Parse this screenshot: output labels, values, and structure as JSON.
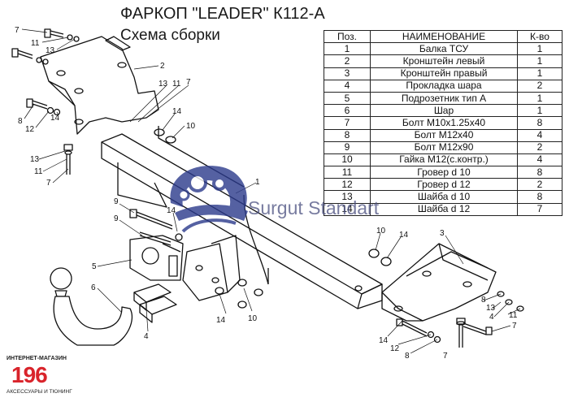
{
  "header": {
    "title": "ФАРКОП \"LEADER\" К112-А",
    "subtitle": "Схема сборки"
  },
  "parts_table": {
    "headers": [
      "Поз.",
      "НАИМЕНОВАНИЕ",
      "К-во"
    ],
    "rows": [
      [
        "1",
        "Балка ТСУ",
        "1"
      ],
      [
        "2",
        "Кронштейн левый",
        "1"
      ],
      [
        "3",
        "Кронштейн правый",
        "1"
      ],
      [
        "4",
        "Прокладка шара",
        "2"
      ],
      [
        "5",
        "Подрозетник тип А",
        "1"
      ],
      [
        "6",
        "Шар",
        "1"
      ],
      [
        "7",
        "Болт М10х1.25х40",
        "8"
      ],
      [
        "8",
        "Болт М12х40",
        "4"
      ],
      [
        "9",
        "Болт М12х90",
        "2"
      ],
      [
        "10",
        "Гайка М12(с.контр.)",
        "4"
      ],
      [
        "11",
        "Гровер d 10",
        "8"
      ],
      [
        "12",
        "Гровер d 12",
        "2"
      ],
      [
        "13",
        "Шайба d 10",
        "8"
      ],
      [
        "14",
        "Шайба d 12",
        "7"
      ]
    ]
  },
  "watermark": {
    "text": "Surgut Standart"
  },
  "shop_logo": {
    "top": "ИНТЕРНЕТ-МАГАЗИН",
    "number": "196",
    "bottom": "АКСЕССУАРЫ И ТЮНИНГ",
    "color": "#d9242b"
  },
  "callouts": {
    "c7a": "7",
    "c11a": "11",
    "c13a": "13",
    "c2": "2",
    "c13b": "13",
    "c11b": "11",
    "c7b": "7",
    "c8a": "8",
    "c12a": "12",
    "c14a": "14",
    "c14b": "14",
    "c10a": "10",
    "c13c": "13",
    "c11c": "11",
    "c7c": "7",
    "c1": "1",
    "c9": "9",
    "c14c": "14",
    "c5": "5",
    "c6": "6",
    "c4a": "4",
    "c14d": "14",
    "c10b": "10",
    "c10c": "10",
    "c14e": "14",
    "c3": "3",
    "c14f": "14",
    "c12b": "12",
    "c8b": "8",
    "c7d": "7",
    "c8c": "8",
    "c13d": "13",
    "c4b": "4",
    "c11d": "11",
    "c7e": "7"
  }
}
